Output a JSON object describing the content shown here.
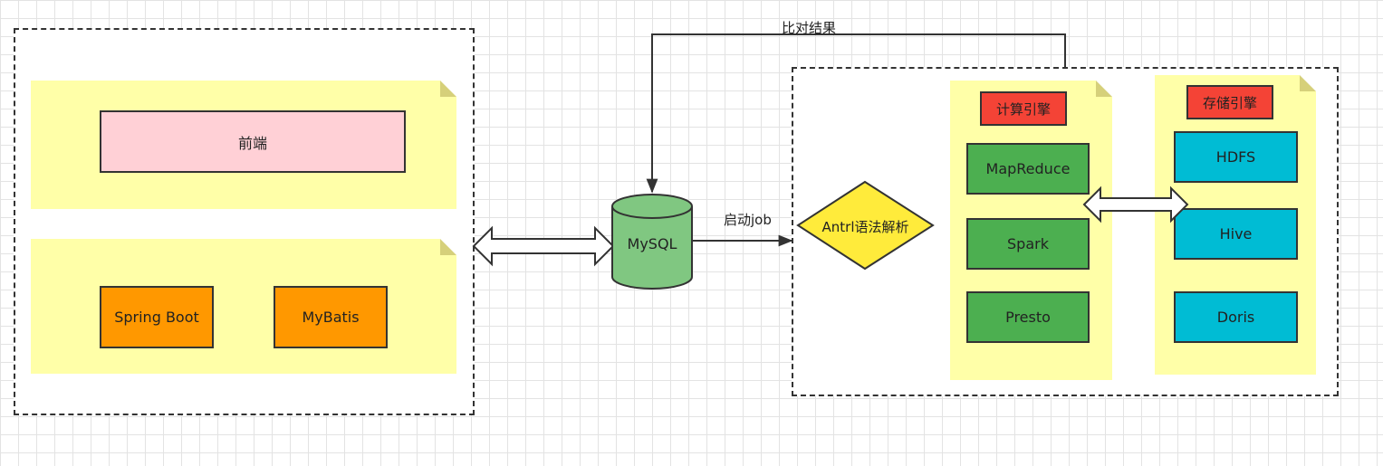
{
  "diagram": {
    "app_panel": {
      "frontend_label": "前端",
      "spring_boot_label": "Spring Boot",
      "mybatis_label": "MyBatis"
    },
    "database": {
      "label": "MySQL"
    },
    "edges": {
      "start_job_label": "启动job",
      "compare_result_label": "比对结果"
    },
    "engine_panel": {
      "parser_label": "Antrl语法解析",
      "compute": {
        "title": "计算引擎",
        "items": [
          "MapReduce",
          "Spark",
          "Presto"
        ]
      },
      "storage": {
        "title": "存储引擎",
        "items": [
          "HDFS",
          "Hive",
          "Doris"
        ]
      }
    },
    "colors": {
      "frontend": "#ffd0d6",
      "service": "#ff9800",
      "database": "#80c781",
      "parser": "#ffeb3b",
      "compute": "#4caf50",
      "storage": "#00bcd4",
      "title_badge": "#f44336",
      "note": "#ffffa8"
    }
  }
}
